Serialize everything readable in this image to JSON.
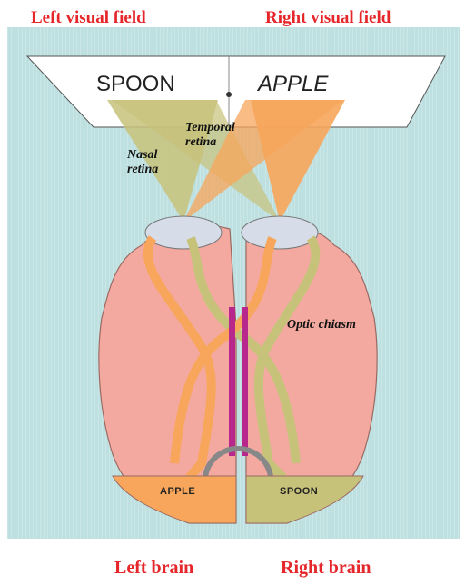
{
  "titles": {
    "left_visual_field": "Left visual field",
    "right_visual_field": "Right visual field"
  },
  "board": {
    "left_word": "SPOON",
    "right_word": "APPLE"
  },
  "annotations": {
    "temporal_retina_line1": "Temporal",
    "temporal_retina_line2": "retina",
    "nasal_retina_line1": "Nasal",
    "nasal_retina_line2": "retina",
    "optic_chiasm": "Optic chiasm"
  },
  "brain_labels": {
    "left_cortex_word": "APPLE",
    "right_cortex_word": "SPOON"
  },
  "captions": {
    "left_brain": "Left brain",
    "right_brain": "Right brain"
  },
  "colors": {
    "title_red": "#e5262a",
    "background_cyan": "#bfe0e0",
    "brain_pink": "#f4a9a0",
    "orange_pathway": "#f7a65b",
    "olive_pathway": "#c7c27a",
    "commissure_magenta": "#b8288c"
  }
}
